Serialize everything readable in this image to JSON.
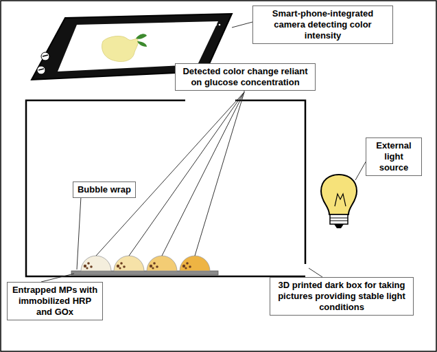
{
  "diagram": {
    "nodes": [
      {
        "text": [
          "Smart-phone-integrated camera detecting color intensity"
        ]
      },
      {
        "text": [
          "Detected color change reliant on glucose concentration"
        ]
      },
      {
        "text": [
          "Bubble wrap"
        ]
      },
      {
        "text": [
          "External light source"
        ]
      },
      {
        "text": [
          "Entrapped MPs with immobilized HRP and GOx"
        ]
      },
      {
        "text": [
          "3D printed dark box for taking pictures providing stable light conditions"
        ]
      }
    ]
  }
}
